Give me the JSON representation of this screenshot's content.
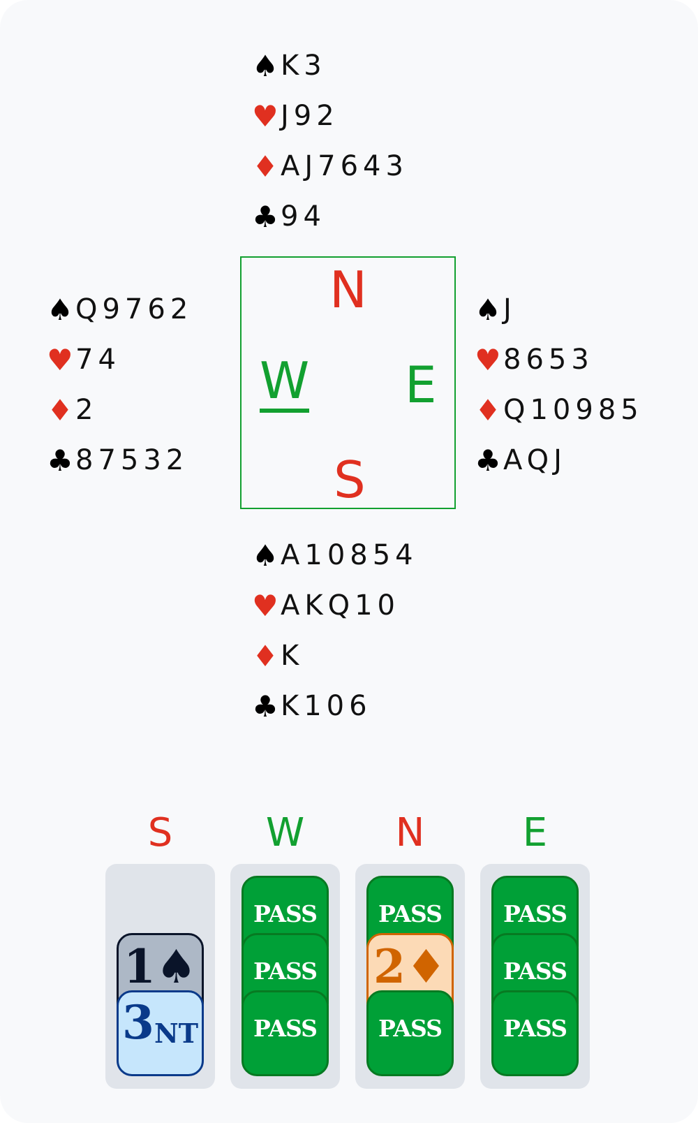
{
  "colors": {
    "red": "#e03020",
    "green": "#12a030",
    "pass_bg": "#00a037"
  },
  "hands": {
    "north": {
      "spades": "K3",
      "hearts": "J92",
      "diamonds": "AJ7643",
      "clubs": "94"
    },
    "west": {
      "spades": "Q9762",
      "hearts": "74",
      "diamonds": "2",
      "clubs": "87532"
    },
    "east": {
      "spades": "J",
      "hearts": "8653",
      "diamonds": "Q10985",
      "clubs": "AQJ"
    },
    "south": {
      "spades": "A10854",
      "hearts": "AKQ10",
      "diamonds": "K",
      "clubs": "K106"
    }
  },
  "suits": {
    "spades": "♠",
    "hearts": "♥",
    "diamonds": "♦",
    "clubs": "♣"
  },
  "compass": {
    "north": "N",
    "west": "W",
    "east": "E",
    "south": "S",
    "dealer": "W"
  },
  "bidding": {
    "headers": [
      "S",
      "W",
      "N",
      "E"
    ],
    "south": [
      {
        "level": "1",
        "strain": "♠"
      },
      {
        "level": "3",
        "strain": "NT"
      }
    ],
    "west": [
      "PASS",
      "PASS",
      "PASS"
    ],
    "north": [
      "PASS",
      {
        "level": "2",
        "strain": "♦"
      },
      "PASS"
    ],
    "east": [
      "PASS",
      "PASS",
      "PASS"
    ]
  }
}
